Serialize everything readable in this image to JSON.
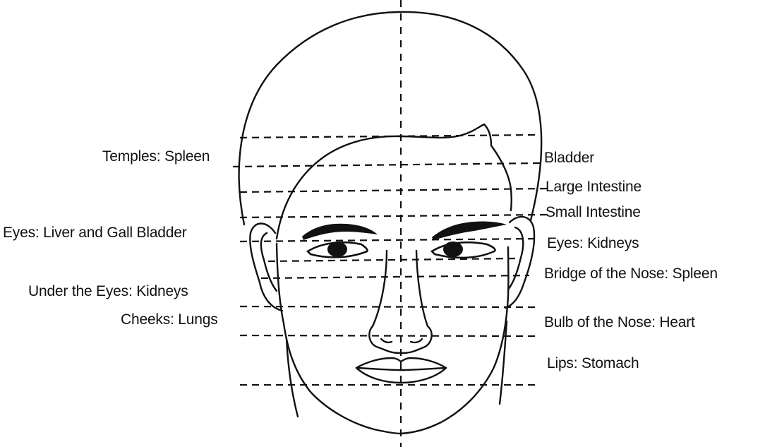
{
  "diagram": {
    "line_color": "#111111",
    "background": "#ffffff",
    "labels_left": [
      "Temples: Spleen",
      "Eyes: Liver and Gall Bladder",
      "Under the Eyes: Kidneys",
      "Cheeks: Lungs"
    ],
    "labels_right": [
      "Bladder",
      "Large Intestine",
      "Small Intestine",
      "Eyes:  Kidneys",
      "Bridge of the Nose: Spleen",
      "Bulb of the Nose: Heart",
      "Lips: Stomach"
    ]
  }
}
